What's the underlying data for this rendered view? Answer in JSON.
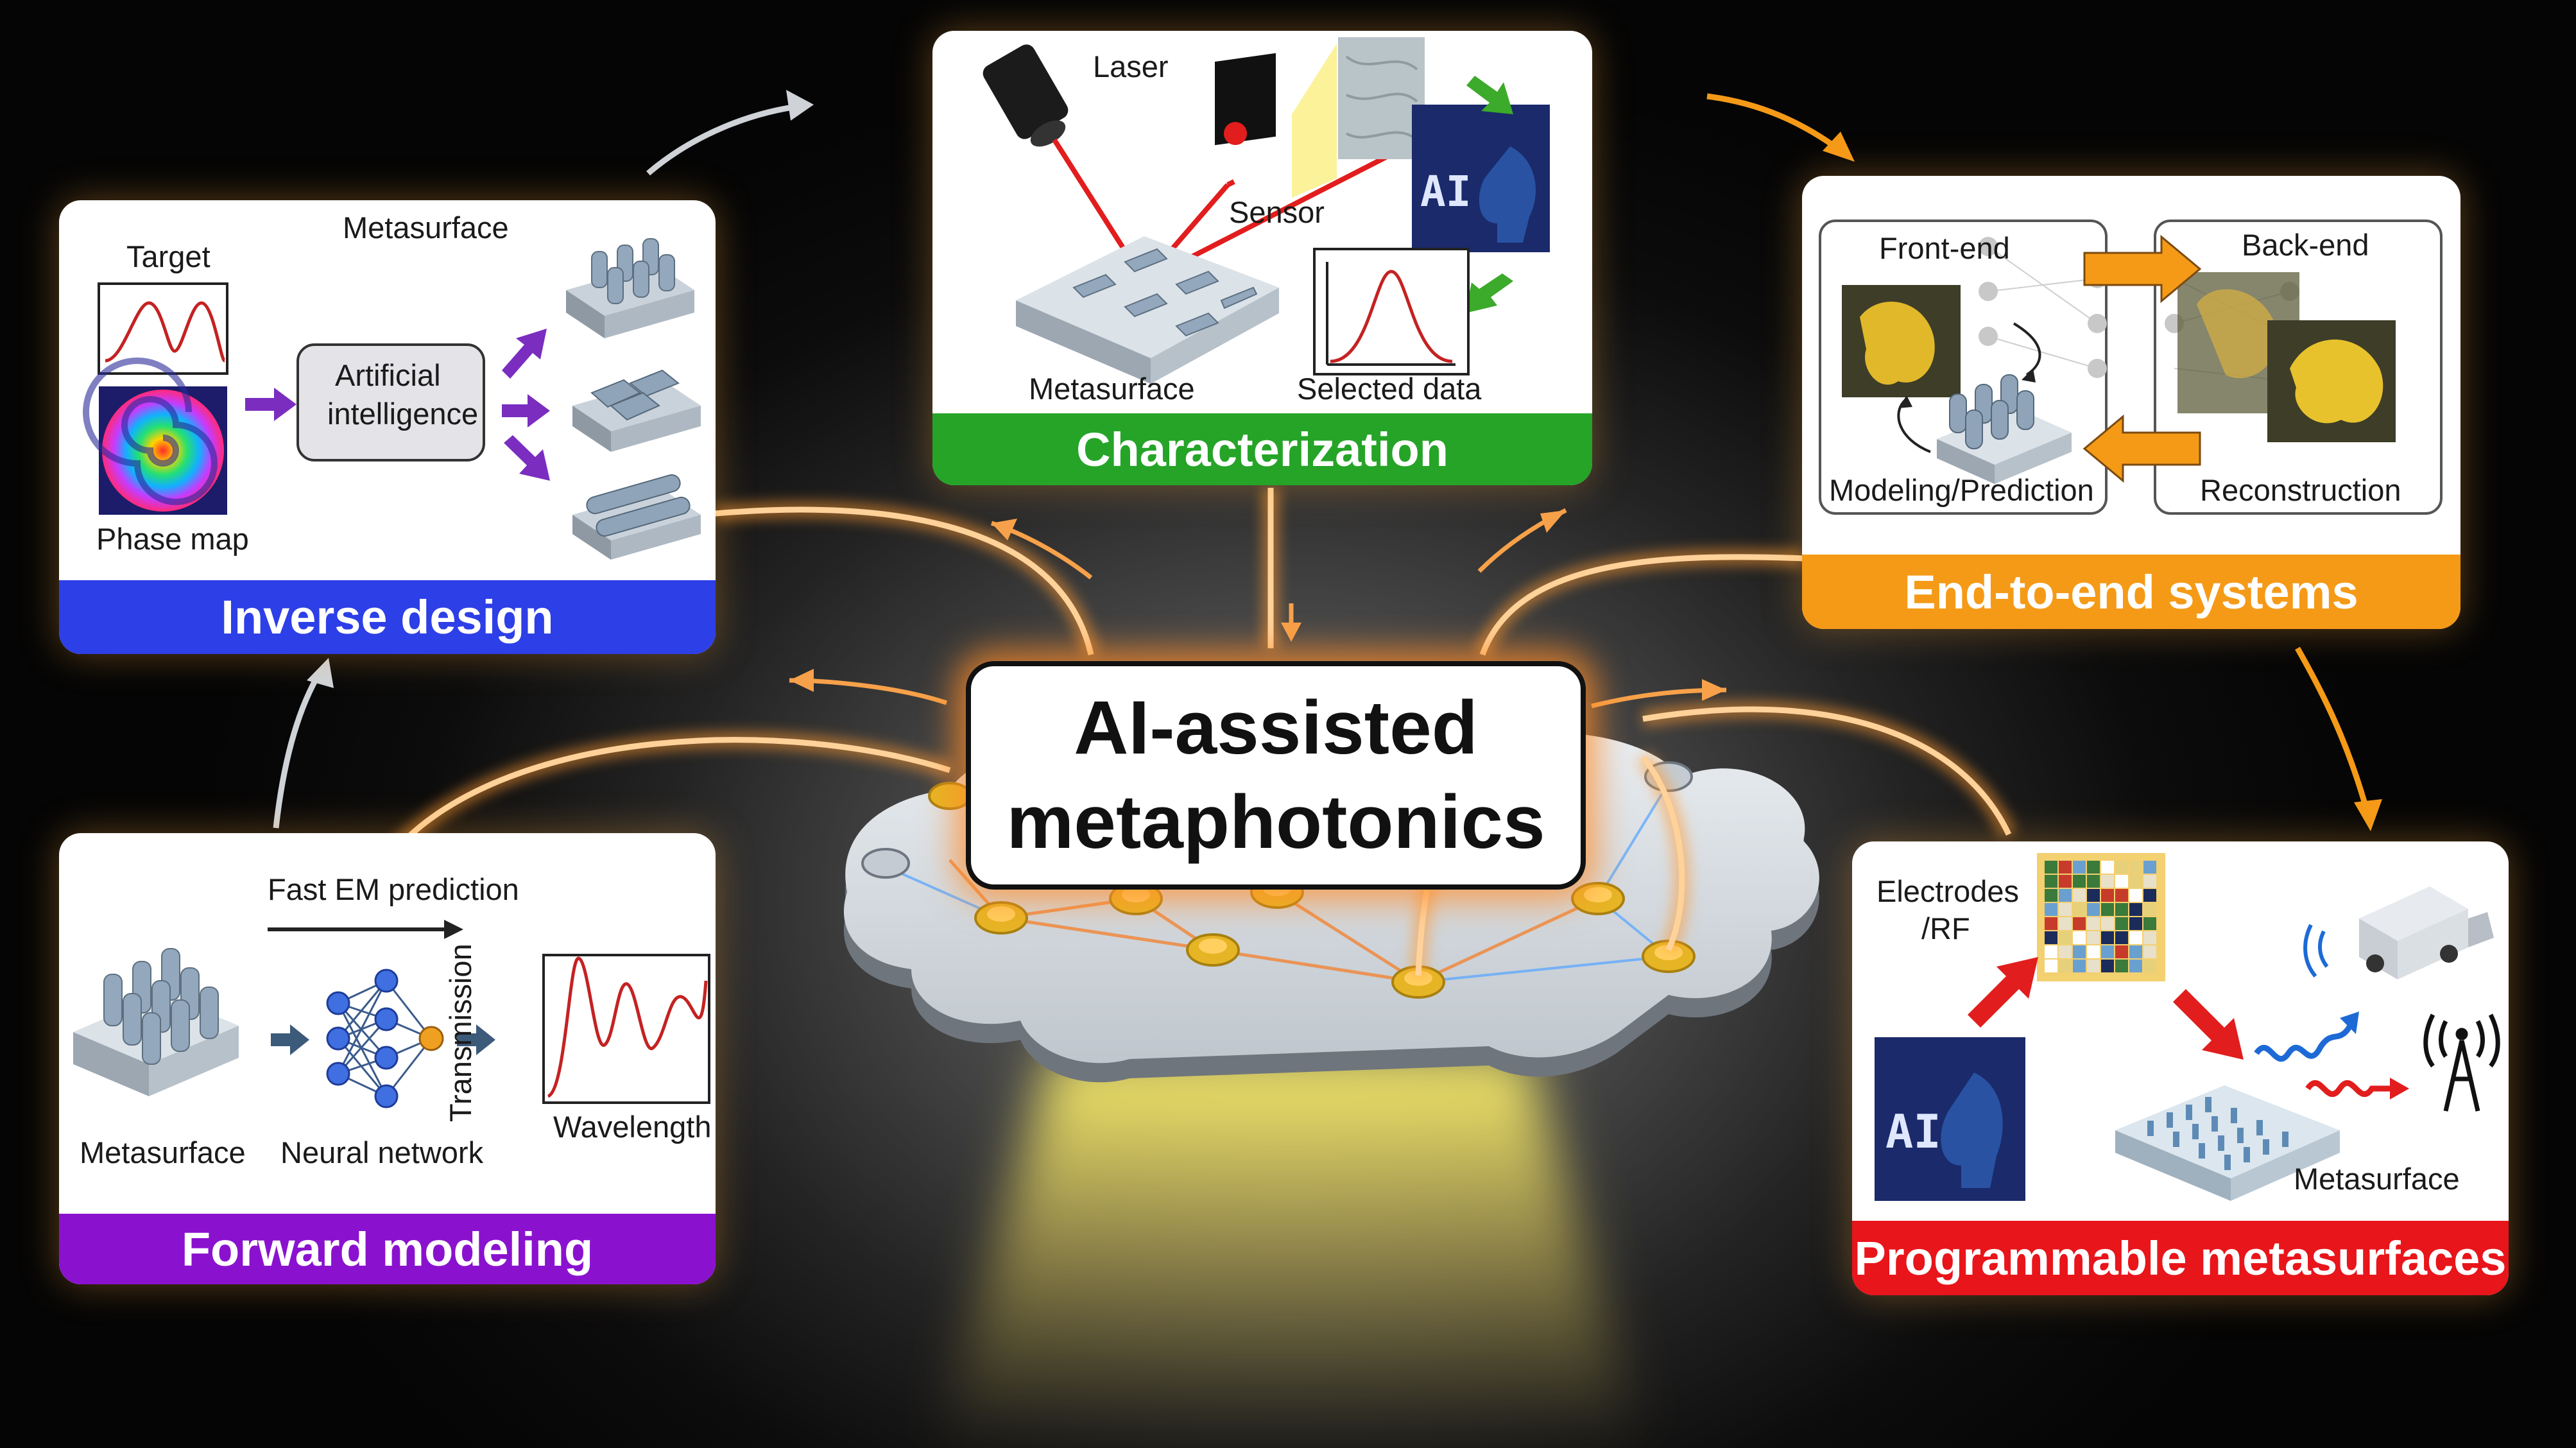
{
  "center": {
    "line1": "AI-assisted",
    "line2": "metaphotonics"
  },
  "panels": {
    "inverse_design": {
      "label": "Inverse design",
      "color": "#2d3fe6",
      "target": "Target",
      "phase_map": "Phase map",
      "ai_box": [
        "Artificial",
        "intelligence"
      ],
      "metasurface": "Metasurface"
    },
    "characterization": {
      "label": "Characterization",
      "color": "#25a428",
      "laser": "Laser",
      "sensor": "Sensor",
      "metasurface": "Metasurface",
      "selected_data": "Selected data",
      "ai_chip": "AI"
    },
    "end_to_end": {
      "label": "End-to-end systems",
      "color": "#f59a17",
      "front_end": "Front-end",
      "back_end": "Back-end",
      "modeling": "Modeling/Prediction",
      "reconstruction": "Reconstruction"
    },
    "forward_modeling": {
      "label": "Forward modeling",
      "color": "#8a12cf",
      "fast_em": "Fast EM prediction",
      "metasurface": "Metasurface",
      "neural_network": "Neural network",
      "transmission": "Transmission",
      "wavelength": "Wavelength"
    },
    "programmable": {
      "label": "Programmable metasurfaces",
      "color": "#e8151b",
      "electrodes_1": "Electrodes",
      "electrodes_2": "/RF",
      "metasurface": "Metasurface",
      "ai_chip": "AI"
    }
  }
}
